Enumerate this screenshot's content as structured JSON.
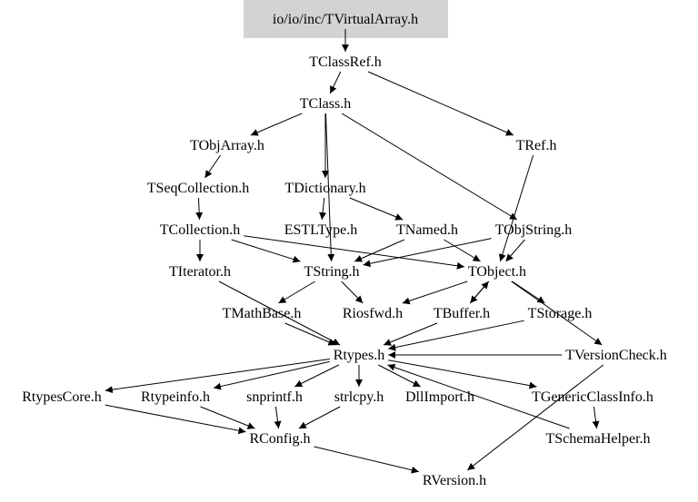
{
  "nodes": [
    {
      "id": "root",
      "label": "io/io/inc/TVirtualArray.h",
      "highlight": true
    },
    {
      "id": "TClassRef",
      "label": "TClassRef.h"
    },
    {
      "id": "TClass",
      "label": "TClass.h"
    },
    {
      "id": "TObjArray",
      "label": "TObjArray.h"
    },
    {
      "id": "TRef",
      "label": "TRef.h"
    },
    {
      "id": "TSeqCollection",
      "label": "TSeqCollection.h"
    },
    {
      "id": "TDictionary",
      "label": "TDictionary.h"
    },
    {
      "id": "TCollection",
      "label": "TCollection.h"
    },
    {
      "id": "ESTLType",
      "label": "ESTLType.h"
    },
    {
      "id": "TNamed",
      "label": "TNamed.h"
    },
    {
      "id": "TObjString",
      "label": "TObjString.h"
    },
    {
      "id": "TIterator",
      "label": "TIterator.h"
    },
    {
      "id": "TString",
      "label": "TString.h"
    },
    {
      "id": "TObject",
      "label": "TObject.h"
    },
    {
      "id": "TMathBase",
      "label": "TMathBase.h"
    },
    {
      "id": "Riosfwd",
      "label": "Riosfwd.h"
    },
    {
      "id": "TBuffer",
      "label": "TBuffer.h"
    },
    {
      "id": "TStorage",
      "label": "TStorage.h"
    },
    {
      "id": "Rtypes",
      "label": "Rtypes.h"
    },
    {
      "id": "TVersionCheck",
      "label": "TVersionCheck.h"
    },
    {
      "id": "RtypesCore",
      "label": "RtypesCore.h"
    },
    {
      "id": "Rtypeinfo",
      "label": "Rtypeinfo.h"
    },
    {
      "id": "snprintf",
      "label": "snprintf.h"
    },
    {
      "id": "strlcpy",
      "label": "strlcpy.h"
    },
    {
      "id": "DllImport",
      "label": "DllImport.h"
    },
    {
      "id": "TGenericClassInfo",
      "label": "TGenericClassInfo.h"
    },
    {
      "id": "TSchemaHelper",
      "label": "TSchemaHelper.h"
    },
    {
      "id": "RConfig",
      "label": "RConfig.h"
    },
    {
      "id": "RVersion",
      "label": "RVersion.h"
    }
  ],
  "edges": [
    [
      "root",
      "TClassRef"
    ],
    [
      "TClassRef",
      "TClass"
    ],
    [
      "TClassRef",
      "TRef"
    ],
    [
      "TClass",
      "TObjArray"
    ],
    [
      "TClass",
      "TDictionary"
    ],
    [
      "TClass",
      "TObjString"
    ],
    [
      "TClass",
      "TString"
    ],
    [
      "TRef",
      "TObject"
    ],
    [
      "TObjArray",
      "TSeqCollection"
    ],
    [
      "TSeqCollection",
      "TCollection"
    ],
    [
      "TDictionary",
      "ESTLType"
    ],
    [
      "TDictionary",
      "TNamed"
    ],
    [
      "TCollection",
      "TIterator"
    ],
    [
      "TCollection",
      "TString"
    ],
    [
      "TCollection",
      "TObject"
    ],
    [
      "TNamed",
      "TString"
    ],
    [
      "TNamed",
      "TObject"
    ],
    [
      "TObjString",
      "TString"
    ],
    [
      "TObjString",
      "TObject"
    ],
    [
      "TString",
      "TMathBase"
    ],
    [
      "TString",
      "Riosfwd"
    ],
    [
      "TObject",
      "Riosfwd"
    ],
    [
      "TObject",
      "TBuffer"
    ],
    [
      "TObject",
      "TStorage"
    ],
    [
      "TObject",
      "TVersionCheck"
    ],
    [
      "TBuffer",
      "TObject"
    ],
    [
      "TIterator",
      "Rtypes"
    ],
    [
      "TMathBase",
      "Rtypes"
    ],
    [
      "TBuffer",
      "Rtypes"
    ],
    [
      "TStorage",
      "Rtypes"
    ],
    [
      "TVersionCheck",
      "Rtypes"
    ],
    [
      "TVersionCheck",
      "RVersion"
    ],
    [
      "Rtypes",
      "RtypesCore"
    ],
    [
      "Rtypes",
      "Rtypeinfo"
    ],
    [
      "Rtypes",
      "snprintf"
    ],
    [
      "Rtypes",
      "strlcpy"
    ],
    [
      "Rtypes",
      "DllImport"
    ],
    [
      "Rtypes",
      "TGenericClassInfo"
    ],
    [
      "TGenericClassInfo",
      "TSchemaHelper"
    ],
    [
      "TSchemaHelper",
      "Rtypes"
    ],
    [
      "RtypesCore",
      "RConfig"
    ],
    [
      "Rtypeinfo",
      "RConfig"
    ],
    [
      "snprintf",
      "RConfig"
    ],
    [
      "strlcpy",
      "RConfig"
    ],
    [
      "RConfig",
      "RVersion"
    ]
  ],
  "colors": {
    "highlight_fill": "#d3d3d3",
    "edge": "#000000"
  }
}
